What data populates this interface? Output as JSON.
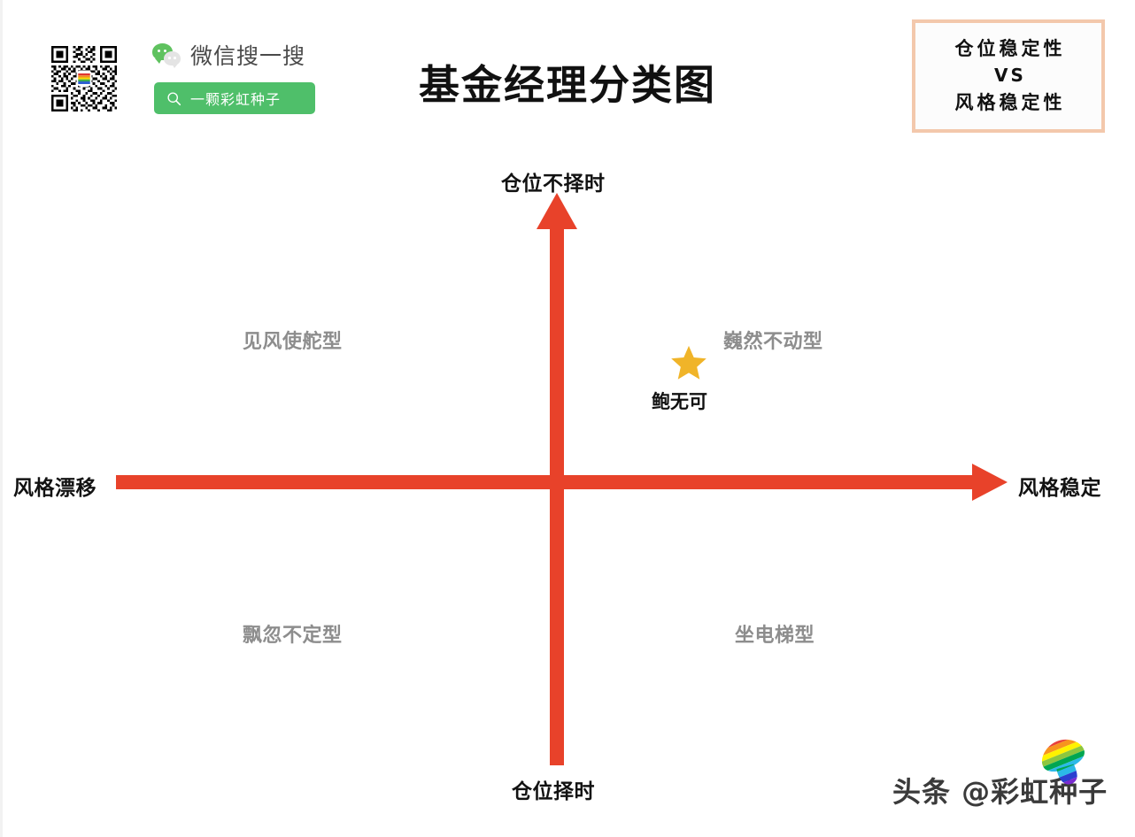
{
  "header": {
    "title": "基金经理分类图",
    "qr_code_icon": "qr-code-icon",
    "wechat": {
      "logo_icon": "wechat-logo-icon",
      "label": "微信搜一搜",
      "search_icon": "search-icon",
      "search_value": "一颗彩虹种子"
    }
  },
  "legend": {
    "line1": "仓位稳定性",
    "line2": "VS",
    "line3": "风格稳定性",
    "border_color": "#F3C8AC"
  },
  "chart_data": {
    "type": "scatter",
    "title": "基金经理分类图",
    "subtitle": "仓位稳定性 VS 风格稳定性",
    "xlabel_left": "风格漂移",
    "xlabel_right": "风格稳定",
    "ylabel_top": "仓位不择时",
    "ylabel_bottom": "仓位择时",
    "xlim": [
      -1,
      1
    ],
    "ylim": [
      -1,
      1
    ],
    "grid": false,
    "legend_position": "top-right",
    "axis_color": "#E8422A",
    "quadrant_label_color": "#8d8d8d",
    "quadrants": [
      {
        "position": "top-left",
        "label": "见风使舵型"
      },
      {
        "position": "top-right",
        "label": "巍然不动型"
      },
      {
        "position": "bottom-left",
        "label": "飘忽不定型"
      },
      {
        "position": "bottom-right",
        "label": "坐电梯型"
      }
    ],
    "points": [
      {
        "name": "鲍无可",
        "x": 0.32,
        "y": 0.28,
        "quadrant": "top-right",
        "marker": "star",
        "marker_color": "#F0B429"
      }
    ]
  },
  "axes": {
    "top": "仓位不择时",
    "bottom": "仓位择时",
    "left": "风格漂移",
    "right": "风格稳定"
  },
  "quadrants": {
    "top_left": "见风使舵型",
    "top_right": "巍然不动型",
    "bottom_left": "飘忽不定型",
    "bottom_right": "坐电梯型"
  },
  "data_point": {
    "label": "鲍无可",
    "marker_icon": "star-icon",
    "marker_color": "#F0B429"
  },
  "watermark": {
    "text": "头条 @彩虹种子",
    "logo_icon": "rainbow-seed-logo-icon"
  }
}
